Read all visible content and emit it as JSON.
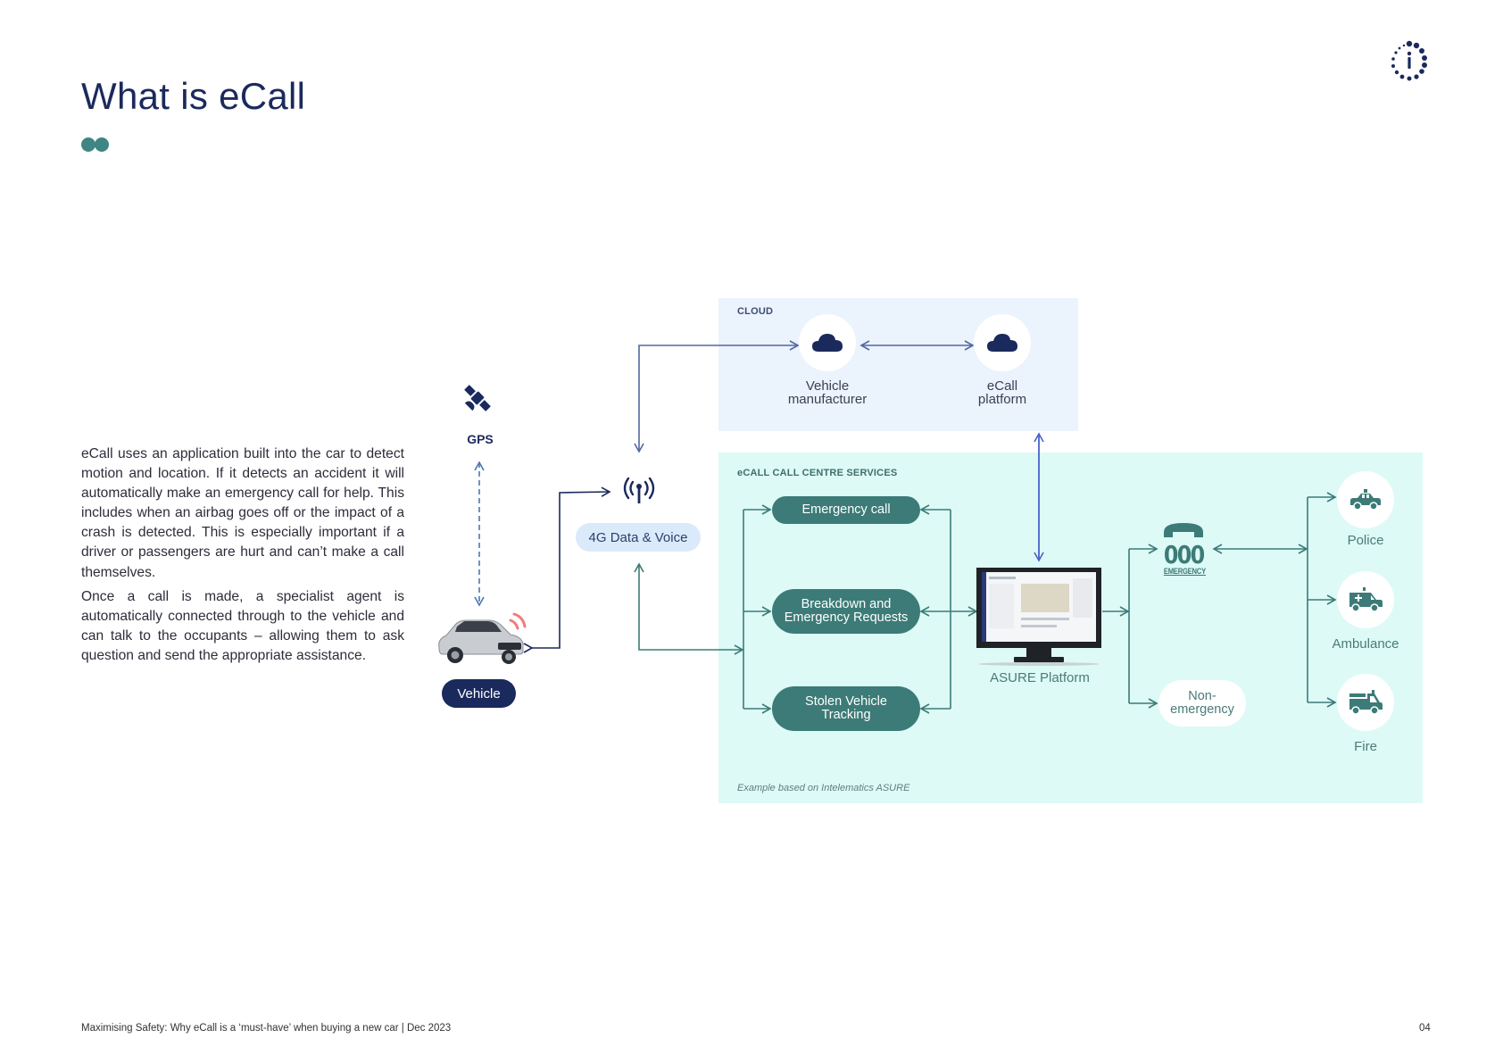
{
  "page": {
    "title": "What is eCall",
    "footer": "Maximising Safety:  Why eCall is a ‘must-have’ when buying a new car | Dec 2023",
    "page_number": "04"
  },
  "body_text": {
    "paragraph_1": "eCall uses an application built into the car to detect motion and location. If it detects an accident it will automatically make an emergency call for help. This includes when an airbag goes off or the impact of a crash is detected. This is especially important if a driver or passengers are hurt and can’t make a call themselves.",
    "paragraph_2": "Once a call is made, a specialist agent is automatically connected through to the vehicle and can talk to the occupants – allowing them to ask question and send the appropriate assistance."
  },
  "diagram": {
    "gps": {
      "label": "GPS",
      "icon": "satellite-icon"
    },
    "network": {
      "label": "4G Data & Voice",
      "icon": "antenna-icon"
    },
    "vehicle": {
      "label": "Vehicle",
      "icon": "car-icon"
    },
    "cloud": {
      "section_label": "CLOUD",
      "nodes": [
        {
          "line1": "Vehicle",
          "line2": "manufacturer",
          "icon": "cloud-icon"
        },
        {
          "line1": "eCall",
          "line2": "platform",
          "icon": "cloud-icon"
        }
      ]
    },
    "call_centre": {
      "section_label": "eCALL CALL CENTRE SERVICES",
      "services": [
        {
          "line1": "Emergency call",
          "line2": ""
        },
        {
          "line1": "Breakdown and",
          "line2": "Emergency Requests"
        },
        {
          "line1": "Stolen Vehicle",
          "line2": "Tracking"
        }
      ],
      "platform_label": "ASURE Platform",
      "emergency_number": "000",
      "emergency_word": "EMERGENCY",
      "non_emergency": {
        "line1": "Non-",
        "line2": "emergency"
      },
      "responders": [
        {
          "label": "Police",
          "icon": "police-car-icon"
        },
        {
          "label": "Ambulance",
          "icon": "ambulance-icon"
        },
        {
          "label": "Fire",
          "icon": "fire-truck-icon"
        }
      ],
      "note": "Example based on Intelematics ASURE"
    }
  },
  "colors": {
    "navy": "#1b2a5c",
    "teal": "#3c7b77",
    "cloud_bg": "#ebf3fd",
    "call_centre_bg": "#ddfaf6",
    "blue_line": "#4a63c8",
    "signal_red": "#f07b7b"
  }
}
